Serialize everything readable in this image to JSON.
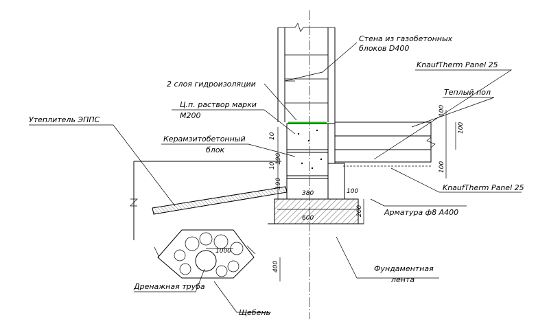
{
  "diagram": {
    "labels": {
      "wall": [
        "Стена из газобетонных",
        "блоков D400"
      ],
      "knauf_top": "KnaufTherm Panel 25",
      "waterproofing": "2 слоя гидроизоляции",
      "warm_floor": "Теплый пол",
      "mortar": [
        "Ц.п. раствор марки",
        "М200"
      ],
      "insulation": "Утеплитель ЭППС",
      "expanded_clay_block": [
        "Керамзитобетонный",
        "блок"
      ],
      "knauf_bottom": "KnaufTherm Panel 25",
      "rebar": "Арматура ф8 А400",
      "foundation": [
        "Фундаментная",
        "лента"
      ],
      "drain_pipe": "Дренажная труба",
      "gravel": "Щебень"
    },
    "dimensions": {
      "d100_a": "100",
      "d100_b": "100",
      "d100_c": "100",
      "d10_a": "10",
      "d190_a": "190",
      "d10_b": "10",
      "d190_b": "190",
      "d380": "380",
      "d100_d": "100",
      "d600": "600",
      "d200": "200",
      "d1000": "1000",
      "d400": "400"
    },
    "colors": {
      "lines": "#000000",
      "axis": "#e02020",
      "waterproofing": "#22bb22"
    }
  }
}
